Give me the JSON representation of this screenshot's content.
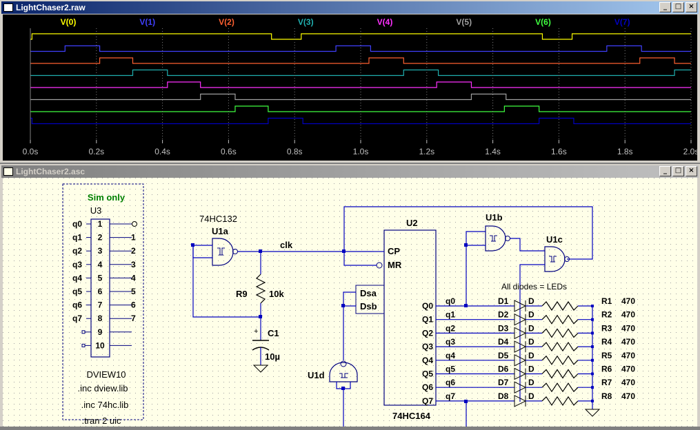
{
  "waveform_window": {
    "title": "LightChaser2.raw",
    "traces": [
      {
        "name": "V(0)",
        "color": "#ffff00"
      },
      {
        "name": "V(1)",
        "color": "#4040ff"
      },
      {
        "name": "V(2)",
        "color": "#ff6030"
      },
      {
        "name": "V(3)",
        "color": "#20b0b0"
      },
      {
        "name": "V(4)",
        "color": "#ff30ff"
      },
      {
        "name": "V(5)",
        "color": "#a0a0a0"
      },
      {
        "name": "V(6)",
        "color": "#40ff40"
      },
      {
        "name": "V(7)",
        "color": "#0000c0"
      }
    ],
    "x_ticks": [
      "0.0s",
      "0.2s",
      "0.4s",
      "0.6s",
      "0.8s",
      "1.0s",
      "1.2s",
      "1.4s",
      "1.6s",
      "1.8s",
      "2.0s"
    ]
  },
  "schematic_window": {
    "title": "LightChaser2.asc",
    "dview": {
      "sim_only": "Sim only",
      "ref": "U3",
      "name": "DVIEW10",
      "inc1": ".inc dview.lib",
      "inc2": ".inc 74hc.lib",
      "tran": ".tran 2 uic",
      "left_labels": [
        "q0",
        "q1",
        "q2",
        "q3",
        "q4",
        "q5",
        "q6",
        "q7"
      ],
      "pin_numbers": [
        "1",
        "2",
        "3",
        "4",
        "5",
        "6",
        "7",
        "8",
        "9",
        "10"
      ],
      "right_labels": [
        "1",
        "2",
        "3",
        "4",
        "5",
        "6",
        "7"
      ]
    },
    "osc": {
      "part": "74HC132",
      "gate": "U1a",
      "net_clk": "clk",
      "r_ref": "R9",
      "r_val": "10k",
      "c_ref": "C1",
      "c_val": "10µ",
      "c_plus": "+"
    },
    "shift_register": {
      "ref": "U2",
      "part": "74HC164",
      "cp": "CP",
      "mr": "MR",
      "outputs": [
        "Q0",
        "Q1",
        "Q2",
        "Q3",
        "Q4",
        "Q5",
        "Q6",
        "Q7"
      ]
    },
    "u1d": {
      "ref": "U1d",
      "dsa": "Dsa",
      "dsb": "Dsb"
    },
    "u1b": "U1b",
    "u1c": "U1c",
    "nets": [
      "q0",
      "q1",
      "q2",
      "q3",
      "q4",
      "q5",
      "q6",
      "q7"
    ],
    "diodes_note": "All diodes = LEDs",
    "diodes": [
      "D1",
      "D2",
      "D3",
      "D4",
      "D5",
      "D6",
      "D7",
      "D8"
    ],
    "diode_value": "D",
    "resistors": [
      "R1",
      "R2",
      "R3",
      "R4",
      "R5",
      "R6",
      "R7",
      "R8"
    ],
    "resistor_value": "470"
  }
}
